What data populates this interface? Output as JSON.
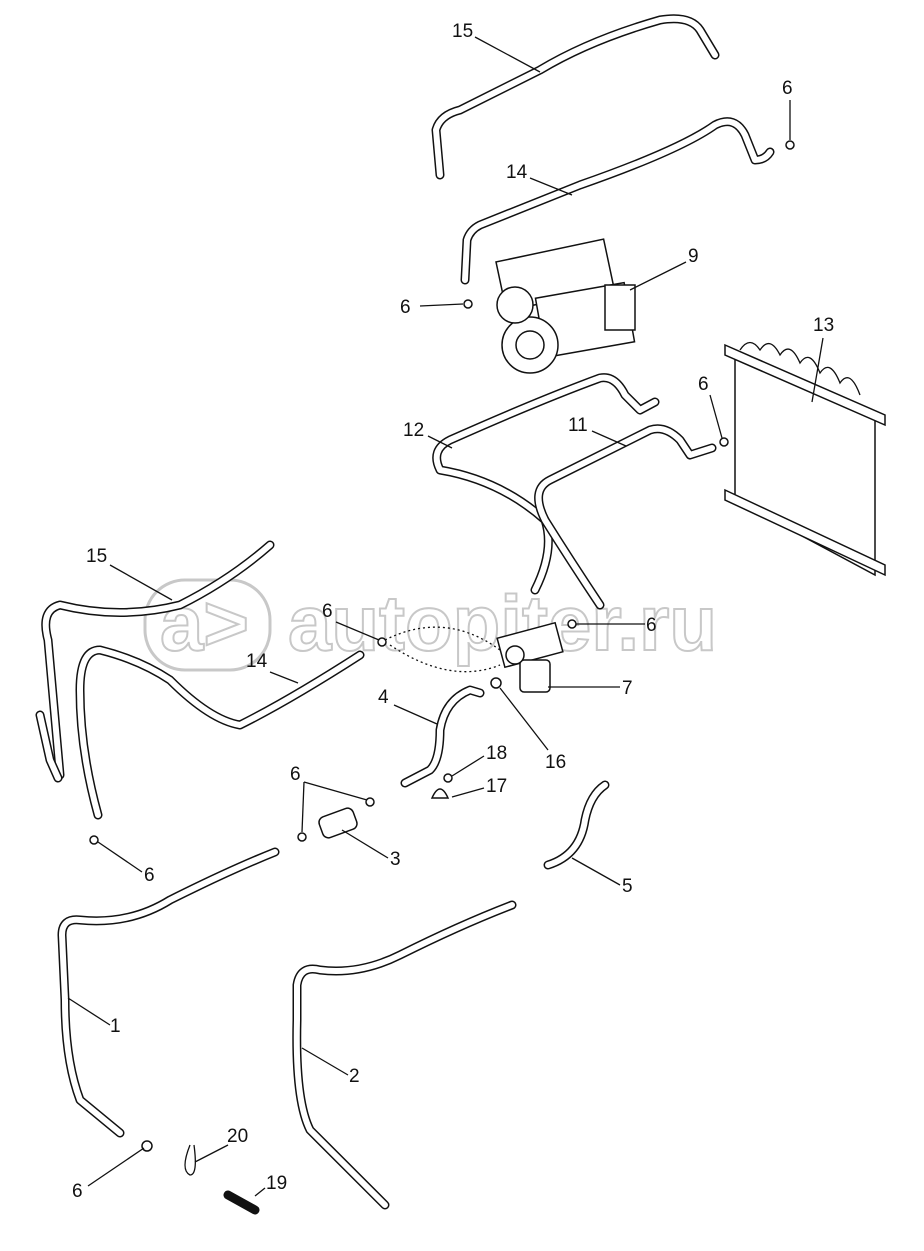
{
  "watermark": "autopiter.ru",
  "watermark_logo": "a>",
  "labels": [
    "15",
    "6",
    "14",
    "9",
    "6",
    "13",
    "6",
    "12",
    "11",
    "15",
    "6",
    "6",
    "14",
    "7",
    "4",
    "16",
    "18",
    "17",
    "6",
    "3",
    "6",
    "5",
    "1",
    "2",
    "20",
    "6",
    "19"
  ],
  "colors": {
    "line": "#111111",
    "watermark": "#c8c8c8"
  }
}
